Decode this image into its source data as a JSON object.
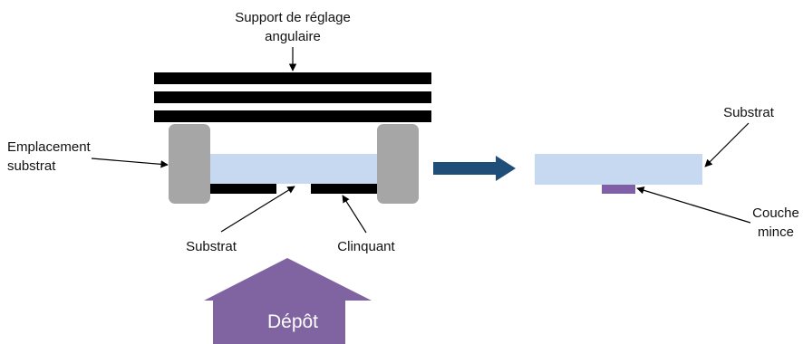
{
  "labels": {
    "support_line1": "Support de réglage",
    "support_line2": "angulaire",
    "emplacement_line1": "Emplacement",
    "emplacement_line2": "substrat",
    "substrat_left": "Substrat",
    "clinquant": "Clinquant",
    "substrat_right": "Substrat",
    "couche_line1": "Couche",
    "couche_line2": "mince",
    "depot": "Dépôt"
  },
  "colors": {
    "support_bars": "#000000",
    "holder": "#a6a6a6",
    "substrate": "#c6d9f1",
    "foil": "#000000",
    "process_arrow": "#1f4e79",
    "thin_film": "#7f60a7",
    "depot_arrow": "#8064a2"
  }
}
